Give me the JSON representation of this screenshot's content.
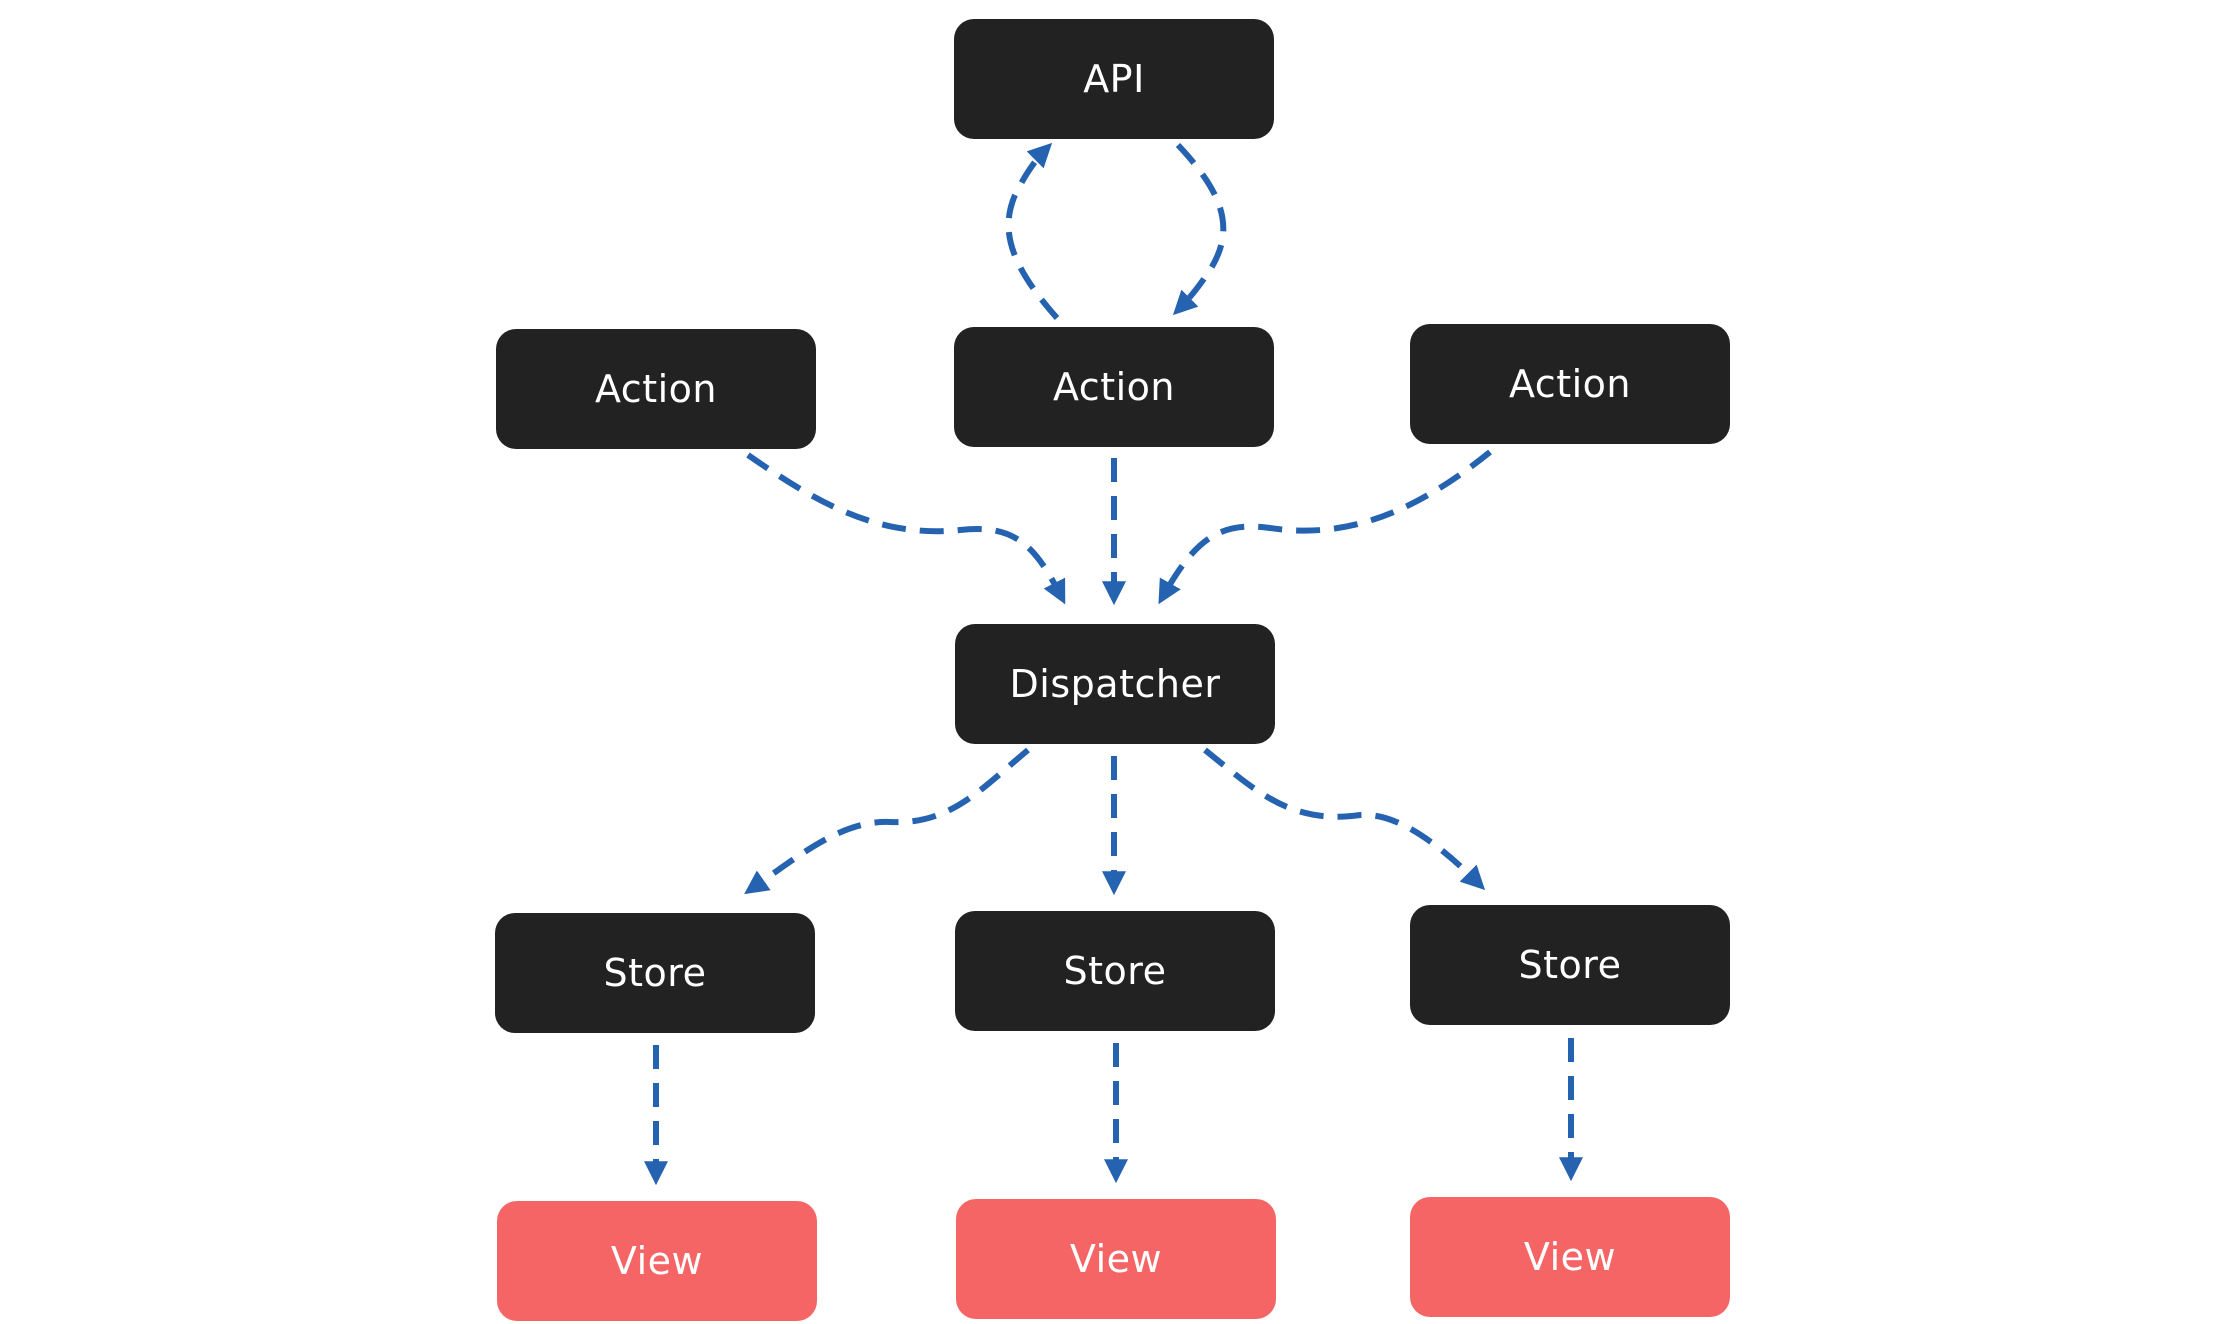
{
  "diagram": {
    "colors": {
      "node_dark": "#222222",
      "node_view": "#f56565",
      "edge": "#2563b0",
      "text": "#ffffff",
      "background": "#ffffff"
    },
    "nodes": {
      "api": "API",
      "action_left": "Action",
      "action_center": "Action",
      "action_right": "Action",
      "dispatcher": "Dispatcher",
      "store_left": "Store",
      "store_center": "Store",
      "store_right": "Store",
      "view_left": "View",
      "view_center": "View",
      "view_right": "View"
    },
    "edges": [
      {
        "from": "action_center",
        "to": "api"
      },
      {
        "from": "api",
        "to": "action_center"
      },
      {
        "from": "action_left",
        "to": "dispatcher"
      },
      {
        "from": "action_center",
        "to": "dispatcher"
      },
      {
        "from": "action_right",
        "to": "dispatcher"
      },
      {
        "from": "dispatcher",
        "to": "store_left"
      },
      {
        "from": "dispatcher",
        "to": "store_center"
      },
      {
        "from": "dispatcher",
        "to": "store_right"
      },
      {
        "from": "store_left",
        "to": "view_left"
      },
      {
        "from": "store_center",
        "to": "view_center"
      },
      {
        "from": "store_right",
        "to": "view_right"
      }
    ]
  }
}
